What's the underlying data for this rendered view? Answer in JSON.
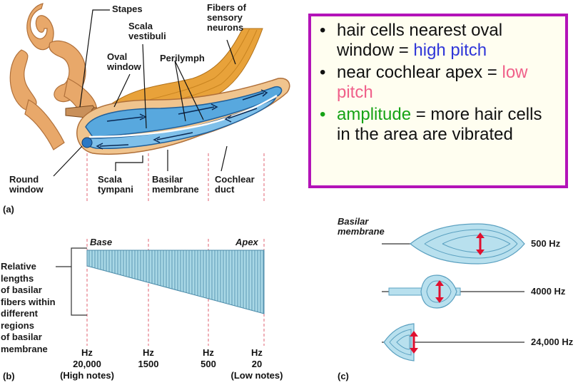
{
  "panel_a": {
    "tag": "(a)",
    "labels": {
      "stapes": "Stapes",
      "scala_vestibuli": [
        "Scala",
        "vestibuli"
      ],
      "fibers": [
        "Fibers of",
        "sensory",
        "neurons"
      ],
      "oval_window": [
        "Oval",
        "window"
      ],
      "perilymph": "Perilymph",
      "round_window": [
        "Round",
        "window"
      ],
      "scala_tympani": [
        "Scala",
        "tympani"
      ],
      "basilar_membrane": [
        "Basilar",
        "membrane"
      ],
      "cochlear_duct": [
        "Cochlear",
        "duct"
      ]
    },
    "colors": {
      "bone": "#e8a86a",
      "fluid": "#58a8de",
      "nerve": "#e8a23a"
    }
  },
  "notes": {
    "items": [
      {
        "bullet": "•",
        "parts": [
          {
            "text": "hair cells nearest oval window = ",
            "color": ""
          },
          {
            "text": "high pitch",
            "color": "#2f36d8"
          }
        ]
      },
      {
        "bullet": "•",
        "parts": [
          {
            "text": "near cochlear apex = ",
            "color": ""
          },
          {
            "text": "low pitch",
            "color": "#f0608a"
          }
        ]
      },
      {
        "bullet": "•",
        "bullet_color": "#16a316",
        "parts": [
          {
            "text": "amplitude",
            "color": "#16a316"
          },
          {
            "text": " = more hair cells in the area are vibrated",
            "color": ""
          }
        ]
      }
    ],
    "border_color": "#b313b8"
  },
  "panel_b": {
    "tag": "(b)",
    "base_label": "Base",
    "apex_label": "Apex",
    "side_label": [
      "Relative",
      "lengths",
      "of basilar",
      "fibers within",
      "different",
      "regions",
      "of basilar",
      "membrane"
    ],
    "frequencies": [
      {
        "unit": "Hz",
        "value": "20,000",
        "note": "(High notes)"
      },
      {
        "unit": "Hz",
        "value": "1500",
        "note": ""
      },
      {
        "unit": "Hz",
        "value": "500",
        "note": ""
      },
      {
        "unit": "Hz",
        "value": "20",
        "note": "(Low notes)"
      }
    ],
    "fiber_color": "#a9d8e6"
  },
  "panel_c": {
    "tag": "(c)",
    "title": [
      "Basilar",
      "membrane"
    ],
    "rows": [
      {
        "freq": "500 Hz"
      },
      {
        "freq": "4000 Hz"
      },
      {
        "freq": "24,000 Hz"
      }
    ],
    "arrow_color": "#e01030"
  }
}
